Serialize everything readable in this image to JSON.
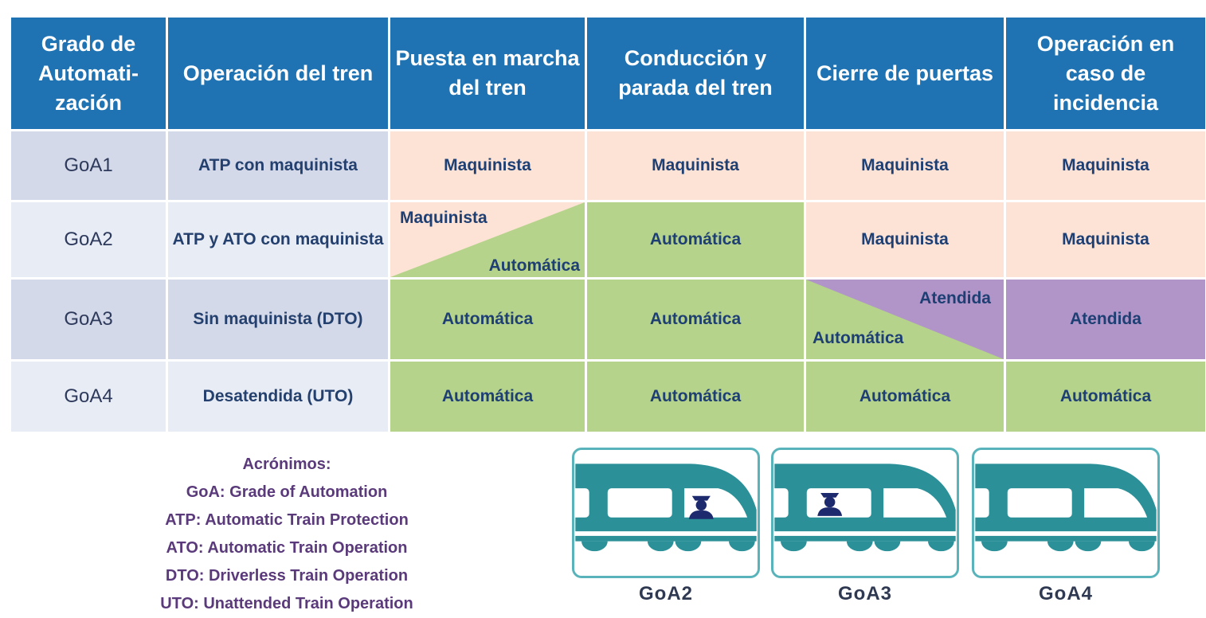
{
  "table": {
    "headers": [
      "Grado de Automati-zación",
      "Operación del tren",
      "Puesta en marcha del tren",
      "Conducción y parada del tren",
      "Cierre de puertas",
      "Operación en caso de incidencia"
    ],
    "rows": [
      {
        "level": "GoA1",
        "operation": "ATP con maquinista",
        "cells": [
          "Maquinista",
          "Maquinista",
          "Maquinista",
          "Maquinista"
        ]
      },
      {
        "level": "GoA2",
        "operation": "ATP y ATO con maquinista",
        "split_top": "Maquinista",
        "split_bottom": "Automática",
        "cells": [
          "Automática",
          "Maquinista",
          "Maquinista"
        ]
      },
      {
        "level": "GoA3",
        "operation": "Sin maquinista (DTO)",
        "cells": [
          "Automática",
          "Automática"
        ],
        "split_top": "Atendida",
        "split_bottom": "Automática",
        "last": "Atendida"
      },
      {
        "level": "GoA4",
        "operation": "Desatendida (UTO)",
        "cells": [
          "Automática",
          "Automática",
          "Automática",
          "Automática"
        ]
      }
    ]
  },
  "colors": {
    "header": "#1f73b3",
    "maquinista": "#fde3d5",
    "automatica": "#b6d38b",
    "atendida": "#b195c9",
    "train": "#2b9098"
  },
  "legend": {
    "title": "Acrónimos:",
    "items": [
      "GoA: Grade of Automation",
      "ATP: Automatic Train Protection",
      "ATO: Automatic Train Operation",
      "DTO: Driverless Train Operation",
      "UTO: Unattended Train Operation"
    ]
  },
  "trains": [
    {
      "label": "GoA2",
      "icon": "train-with-driver-icon"
    },
    {
      "label": "GoA3",
      "icon": "train-with-attendant-icon"
    },
    {
      "label": "GoA4",
      "icon": "train-unattended-icon"
    }
  ]
}
